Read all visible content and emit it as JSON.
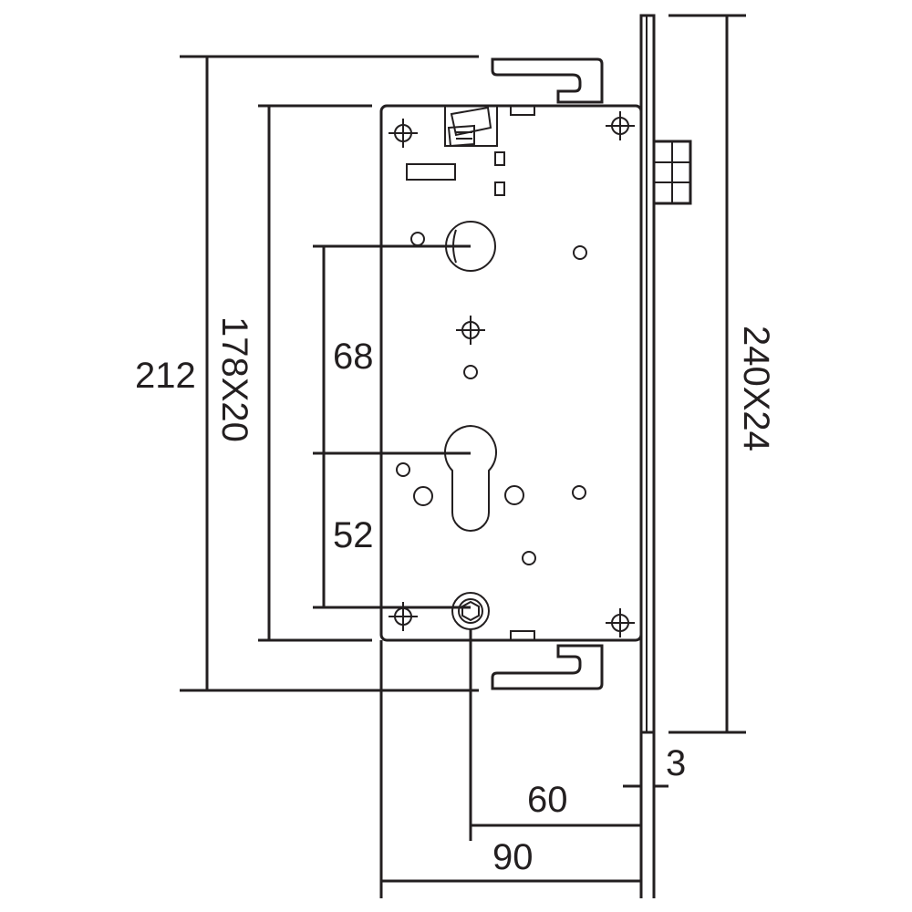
{
  "dimensions": {
    "faceplate_length": "240X24",
    "overall_height": "212",
    "case_height": "178X20",
    "handle_to_cylinder": "68",
    "cylinder_to_bottom": "52",
    "faceplate_thickness": "3",
    "backset": "60",
    "case_depth": "90"
  },
  "colors": {
    "line": "#231f20",
    "background": "#ffffff"
  }
}
